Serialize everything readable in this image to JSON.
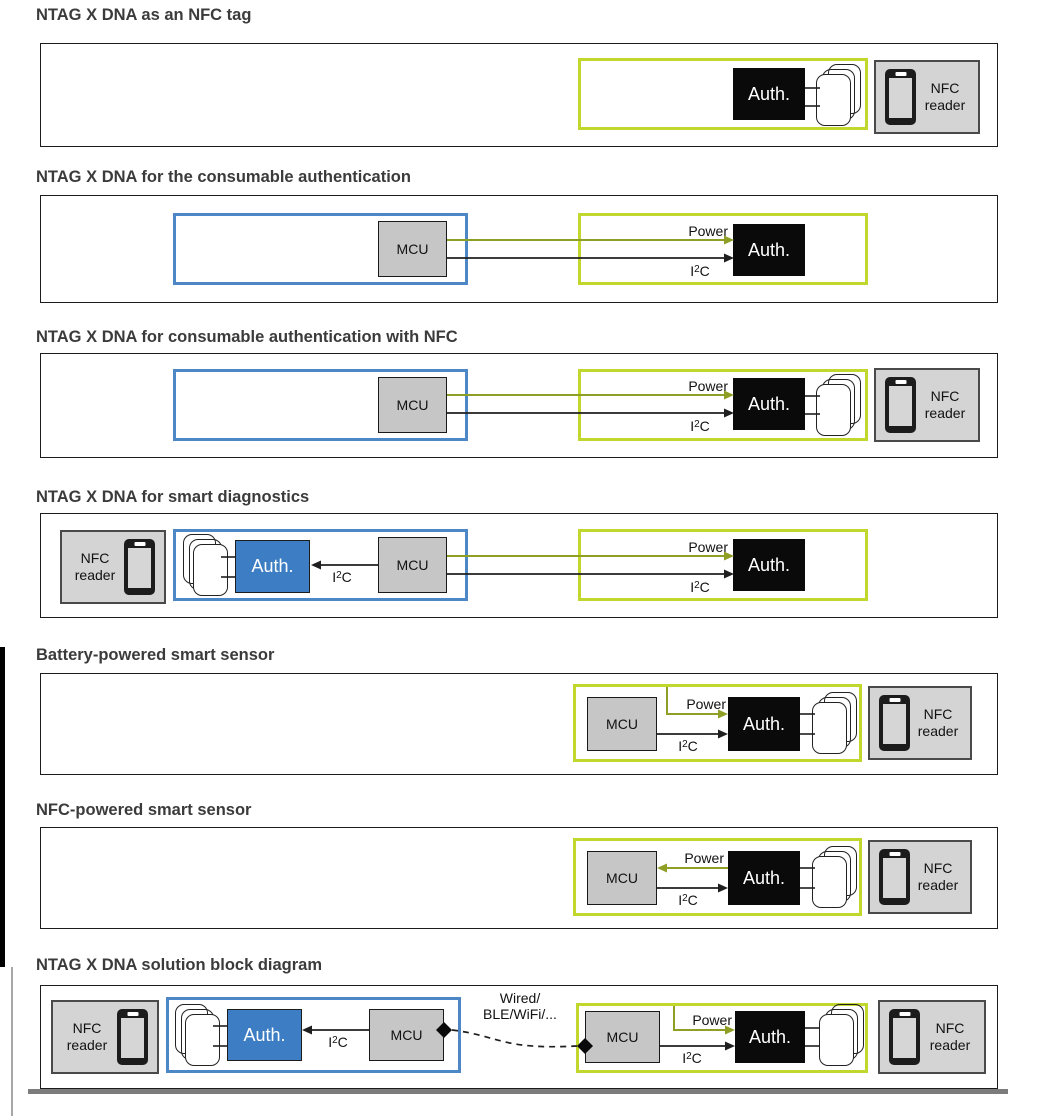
{
  "labels": {
    "auth": "Auth.",
    "mcu": "MCU",
    "nfc_reader": "NFC reader",
    "power": "Power",
    "i2c_i": "I",
    "i2c_sup": "2",
    "i2c_c": "C",
    "wired_1": "Wired/",
    "wired_2": "BLE/WiFi/..."
  },
  "sections": [
    {
      "title": "NTAG X DNA as an NFC tag"
    },
    {
      "title": "NTAG X DNA for the consumable authentication"
    },
    {
      "title": "NTAG X DNA for consumable authentication with NFC"
    },
    {
      "title": "NTAG X DNA for smart diagnostics"
    },
    {
      "title": "Battery-powered smart sensor"
    },
    {
      "title": "NFC-powered smart sensor"
    },
    {
      "title": "NTAG X DNA solution block diagram"
    }
  ],
  "colors": {
    "lime_module_border": "#c2d72e",
    "blue_module_border": "#4d87c5",
    "blue_auth_fill": "#3c7dc3",
    "black_auth_fill": "#0a0a0a",
    "mcu_fill": "#c6c6c6",
    "reader_fill": "#d4d4d4",
    "power_line": "#8f9e25",
    "signal_line": "#1f1f1f",
    "title_text": "#3b3b3b"
  }
}
